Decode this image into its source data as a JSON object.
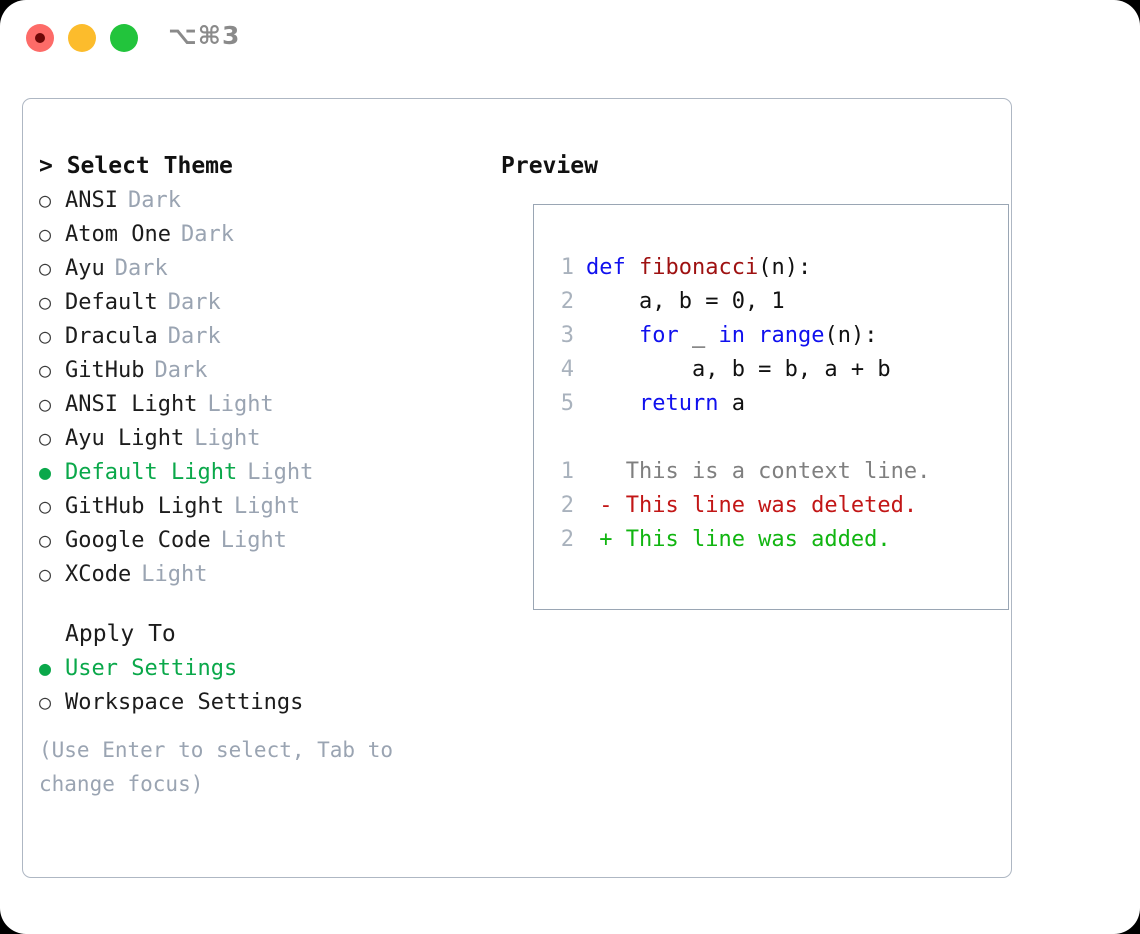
{
  "titlebar": {
    "shortcut": "⌥⌘3",
    "buttons": [
      {
        "name": "close",
        "color": "#fd6b68"
      },
      {
        "name": "minimize",
        "color": "#fcbc2c"
      },
      {
        "name": "maximize",
        "color": "#22c43c"
      }
    ]
  },
  "theme_panel": {
    "heading": "> Select Theme",
    "items": [
      {
        "marker": "○",
        "label": "ANSI",
        "tag": "Dark",
        "selected": false
      },
      {
        "marker": "○",
        "label": "Atom One",
        "tag": "Dark",
        "selected": false
      },
      {
        "marker": "○",
        "label": "Ayu",
        "tag": "Dark",
        "selected": false
      },
      {
        "marker": "○",
        "label": "Default",
        "tag": "Dark",
        "selected": false
      },
      {
        "marker": "○",
        "label": "Dracula",
        "tag": "Dark",
        "selected": false
      },
      {
        "marker": "○",
        "label": "GitHub",
        "tag": "Dark",
        "selected": false
      },
      {
        "marker": "○",
        "label": "ANSI Light",
        "tag": "Light",
        "selected": false
      },
      {
        "marker": "○",
        "label": "Ayu Light",
        "tag": "Light",
        "selected": false
      },
      {
        "marker": "●",
        "label": "Default Light",
        "tag": "Light",
        "selected": true
      },
      {
        "marker": "○",
        "label": "GitHub Light",
        "tag": "Light",
        "selected": false
      },
      {
        "marker": "○",
        "label": "Google Code",
        "tag": "Light",
        "selected": false
      },
      {
        "marker": "○",
        "label": "XCode",
        "tag": "Light",
        "selected": false
      }
    ]
  },
  "apply_to": {
    "heading": "Apply To",
    "items": [
      {
        "marker": "●",
        "label": "User Settings",
        "selected": true
      },
      {
        "marker": "○",
        "label": "Workspace Settings",
        "selected": false
      }
    ]
  },
  "hint": "(Use Enter to select, Tab to change focus)",
  "preview": {
    "heading": "Preview",
    "code_lines": [
      {
        "num": "1",
        "tokens": [
          {
            "t": "def ",
            "c": "kw"
          },
          {
            "t": "fibonacci",
            "c": "fn"
          },
          {
            "t": "(n):",
            "c": "pl"
          }
        ]
      },
      {
        "num": "2",
        "tokens": [
          {
            "t": "    a, b = 0, 1",
            "c": "pl"
          }
        ]
      },
      {
        "num": "3",
        "tokens": [
          {
            "t": "    ",
            "c": "pl"
          },
          {
            "t": "for",
            "c": "kw"
          },
          {
            "t": " _ ",
            "c": "pl"
          },
          {
            "t": "in",
            "c": "kw"
          },
          {
            "t": " ",
            "c": "pl"
          },
          {
            "t": "range",
            "c": "kw"
          },
          {
            "t": "(n):",
            "c": "pl"
          }
        ]
      },
      {
        "num": "4",
        "tokens": [
          {
            "t": "        a, b = b, a + b",
            "c": "pl"
          }
        ]
      },
      {
        "num": "5",
        "tokens": [
          {
            "t": "    ",
            "c": "pl"
          },
          {
            "t": "return",
            "c": "kw"
          },
          {
            "t": " a",
            "c": "pl"
          }
        ]
      }
    ],
    "diff_lines": [
      {
        "num": "1",
        "text": "   This is a context line.",
        "style": "ctx"
      },
      {
        "num": "2",
        "text": " - This line was deleted.",
        "style": "del"
      },
      {
        "num": "2",
        "text": " + This line was added.",
        "style": "add"
      }
    ]
  },
  "colors": {
    "accent_green": "#0aa84a",
    "muted": "#9aa4b2",
    "keyword": "#1010ee",
    "function": "#9e1111",
    "diff_deleted": "#c21616",
    "diff_added": "#11b511",
    "border": "#aeb7c3"
  }
}
